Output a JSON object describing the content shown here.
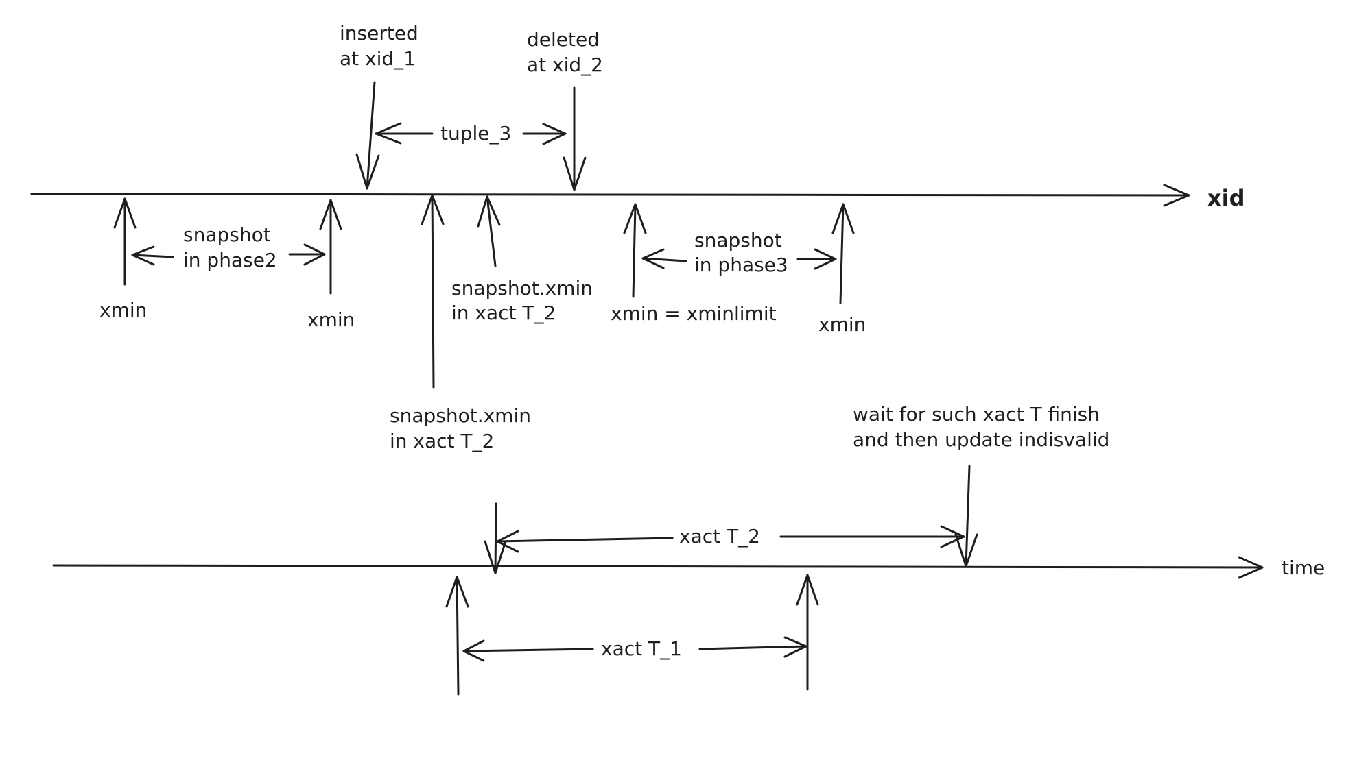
{
  "axes": {
    "xid_label": "xid",
    "time_label": "time"
  },
  "labels": {
    "inserted_line1": "inserted",
    "inserted_line2": "at xid_1",
    "deleted_line1": "deleted",
    "deleted_line2": "at xid_2",
    "tuple": "tuple_3",
    "snapshot_phase2_line1": "snapshot",
    "snapshot_phase2_line2": "in phase2",
    "xmin_1": "xmin",
    "xmin_2": "xmin",
    "snapshot_xmin_upper_line1": "snapshot.xmin",
    "snapshot_xmin_upper_line2": "in xact T_2",
    "xmin_xminlimit": "xmin = xminlimit",
    "snapshot_phase3_line1": "snapshot",
    "snapshot_phase3_line2": "in phase3",
    "xmin_3": "xmin",
    "snapshot_xmin_lower_line1": "snapshot.xmin",
    "snapshot_xmin_lower_line2": "in xact T_2",
    "wait_line1": "wait for such xact T finish",
    "wait_line2": "and then update indisvalid",
    "xact_t2": "xact T_2",
    "xact_t1": "xact T_1"
  },
  "colors": {
    "stroke": "#1e1e1e",
    "background": "#ffffff"
  }
}
